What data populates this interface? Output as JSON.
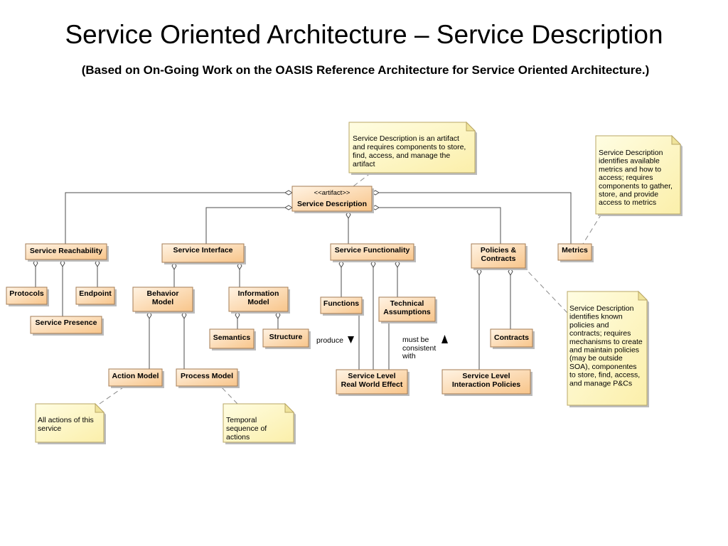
{
  "title": "Service Oriented Architecture – Service Description",
  "subtitle": "(Based on On-Going Work on the OASIS Reference Architecture for Service Oriented Architecture.)",
  "colors": {
    "background": "#ffffff",
    "class_fill_top": "#fff3e3",
    "class_fill_bottom": "#f8c58a",
    "class_border": "#a47c55",
    "note_fill_top": "#fffde2",
    "note_fill_bottom": "#fbefaa",
    "note_fold": "#efe39a",
    "note_border": "#b9a766",
    "shadow": "#bcbcbc",
    "connector": "#4d4d4d",
    "note_anchor": "#8a8a8a",
    "text": "#000000"
  },
  "classes": {
    "service_description": {
      "stereotype": "<<artifact>>",
      "name": "Service Description"
    },
    "service_reachability": {
      "name": "Service Reachability"
    },
    "service_interface": {
      "name": "Service Interface"
    },
    "service_functionality": {
      "name": "Service Functionality"
    },
    "policies_contracts": {
      "lines": [
        "Policies &",
        "Contracts"
      ]
    },
    "metrics": {
      "name": "Metrics"
    },
    "protocols": {
      "name": "Protocols"
    },
    "endpoint": {
      "name": "Endpoint"
    },
    "service_presence": {
      "name": "Service Presence"
    },
    "behavior_model": {
      "lines": [
        "Behavior",
        "Model"
      ]
    },
    "information_model": {
      "lines": [
        "Information",
        "Model"
      ]
    },
    "semantics": {
      "name": "Semantics"
    },
    "structure": {
      "name": "Structure"
    },
    "functions": {
      "name": "Functions"
    },
    "technical_assumptions": {
      "lines": [
        "Technical",
        "Assumptions"
      ]
    },
    "contracts": {
      "name": "Contracts"
    },
    "action_model": {
      "name": "Action Model"
    },
    "process_model": {
      "name": "Process Model"
    },
    "service_level_real_world_effect": {
      "lines": [
        "Service Level",
        "Real World Effect"
      ]
    },
    "service_level_interaction_policies": {
      "lines": [
        "Service Level",
        "Interaction Policies"
      ]
    }
  },
  "notes": {
    "artifact_note": {
      "lines": [
        "Service Description is an artifact",
        "and requires components to store,",
        "find, access, and manage the",
        "artifact"
      ]
    },
    "metrics_note": {
      "lines": [
        "Service Description",
        "identifies available",
        "metrics and how to",
        "access; requires",
        "components to gather,",
        "store, and provide",
        "access to metrics"
      ]
    },
    "policies_note": {
      "lines": [
        "Service Description",
        "identifies known",
        "policies and",
        "contracts; requires",
        "mechanisms to create",
        "and maintain policies",
        "(may be outside",
        "SOA), componentes",
        "to store, find, access,",
        "and manage P&Cs"
      ]
    },
    "action_model_note": {
      "lines": [
        "All actions of this",
        "service"
      ]
    },
    "process_model_note": {
      "lines": [
        "Temporal",
        "sequence of",
        "actions"
      ]
    }
  },
  "labels": {
    "produce": "produce",
    "must_be_consistent_with": [
      "must be",
      "consistent",
      "with"
    ]
  }
}
